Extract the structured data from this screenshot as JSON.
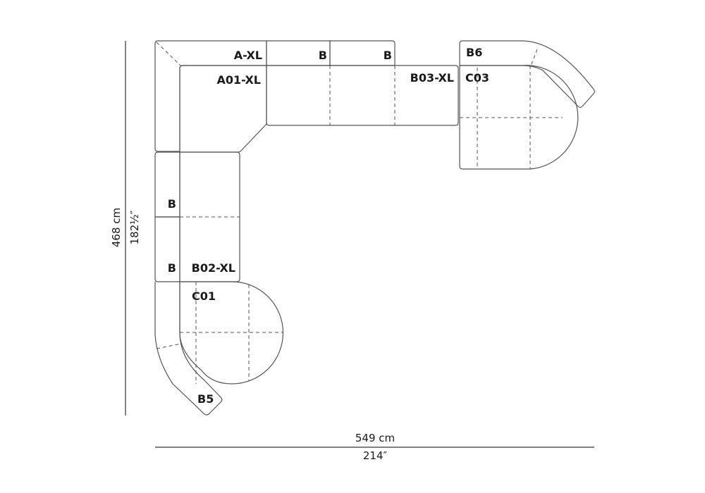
{
  "modules": {
    "a_xl": "A-XL",
    "b_top1": "B",
    "b_top2": "B",
    "b6": "B6",
    "a01_xl": "A01-XL",
    "b03_xl": "B03-XL",
    "c03": "C03",
    "b_left1": "B",
    "b_left2": "B",
    "b02_xl": "B02-XL",
    "c01": "C01",
    "b5": "B5"
  },
  "dimensions": {
    "height_cm": "468 cm",
    "height_in": "182½″",
    "width_cm": "549 cm",
    "width_in": "214″"
  }
}
